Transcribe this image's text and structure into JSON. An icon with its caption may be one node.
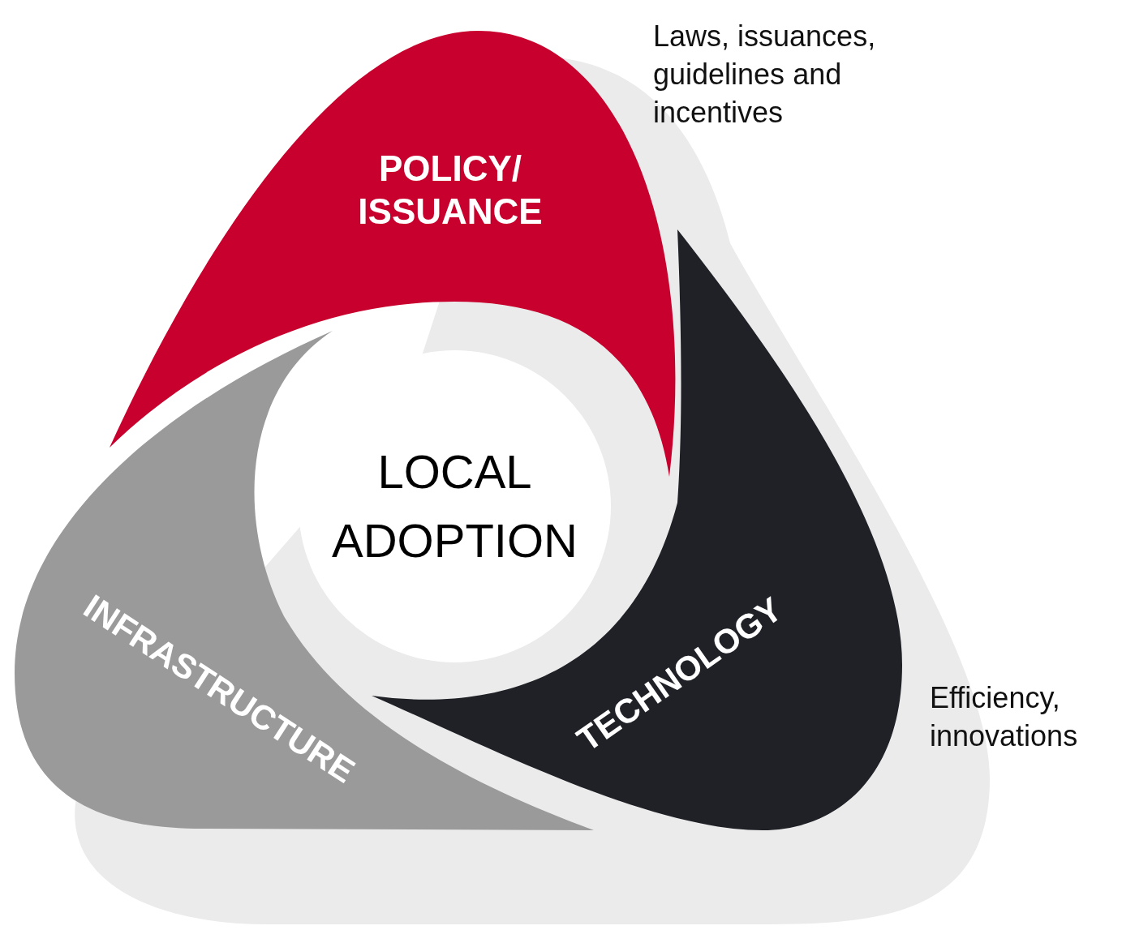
{
  "diagram": {
    "nodes": [
      {
        "text": [
          "POLICY/ ISSUANCE"
        ],
        "beside": [
          "Laws, issuances, guidelines and incentives"
        ]
      },
      {
        "text": [
          "LOCAL ADOPTION"
        ]
      },
      {
        "text": [
          "INFRASTRUCTURE"
        ]
      },
      {
        "text": [
          "TECHNOLOGY"
        ],
        "beside": [
          "Efficiency, innovations"
        ]
      }
    ]
  }
}
